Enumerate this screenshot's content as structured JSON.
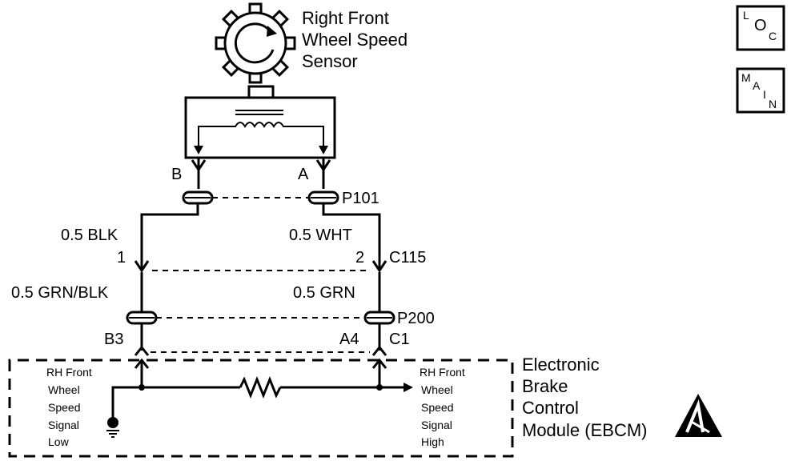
{
  "sensor": {
    "title_line1": "Right Front",
    "title_line2": "Wheel Speed",
    "title_line3": "Sensor"
  },
  "terminals": {
    "sensor_b": "B",
    "sensor_a": "A"
  },
  "connectors": {
    "p101": "P101",
    "c115": "C115",
    "p200": "P200",
    "c1": "C1"
  },
  "wires": {
    "left_upper": "0.5 BLK",
    "right_upper": "0.5 WHT",
    "left_lower": "0.5 GRN/BLK",
    "right_lower": "0.5 GRN"
  },
  "pins": {
    "c115_left": "1",
    "c115_right": "2",
    "c1_left": "B3",
    "c1_right": "A4"
  },
  "module": {
    "name_line1": "Electronic",
    "name_line2": "Brake",
    "name_line3": "Control",
    "name_line4": "Module (EBCM)",
    "left_signal": [
      "RH Front",
      "Wheel",
      "Speed",
      "Signal",
      "Low"
    ],
    "right_signal": [
      "RH Front",
      "Wheel",
      "Speed",
      "Signal",
      "High"
    ]
  },
  "nav": {
    "loc": {
      "l": "L",
      "o": "O",
      "c": "C"
    },
    "main": {
      "m": "M",
      "a": "A",
      "i": "I",
      "n": "N"
    }
  },
  "icons": [
    "wheel-speed-sensor-icon",
    "ground-icon",
    "esd-warning-icon",
    "resistor-icon"
  ]
}
